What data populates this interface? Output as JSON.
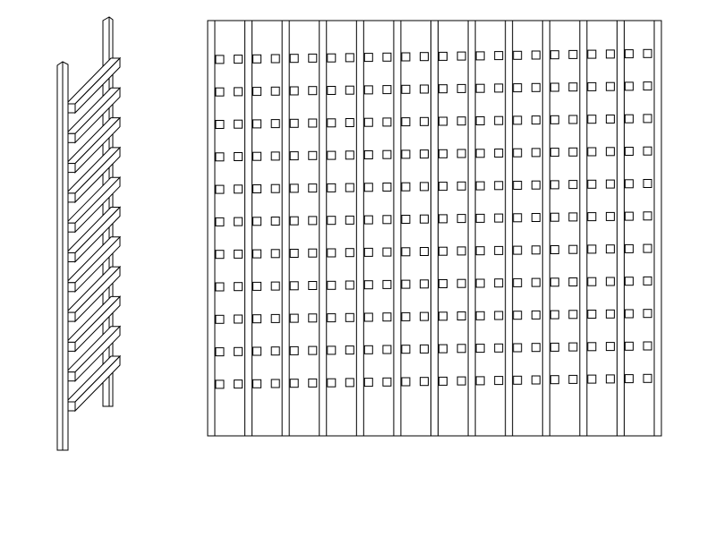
{
  "drawing": {
    "stroke_color": "#000000",
    "background_color": "#ffffff",
    "iso_rack": {
      "rung_count": 11
    },
    "front_elevation": {
      "post_count": 13,
      "slat_rows": 11,
      "slats_per_gap": 2
    }
  }
}
